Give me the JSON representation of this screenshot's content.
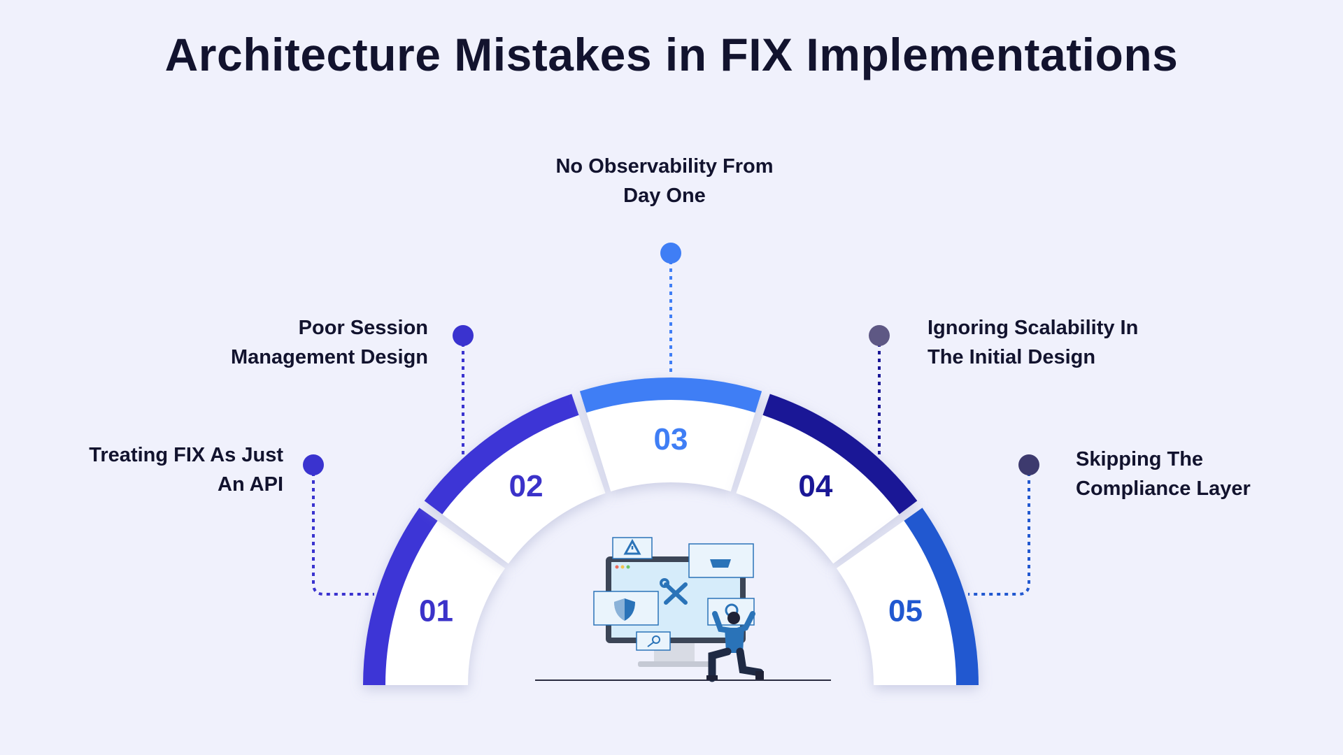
{
  "title": "Architecture Mistakes in FIX Implementations",
  "steps": [
    {
      "number": "01",
      "label": "Treating FIX As Just\nAn API",
      "color": "#3d35d6",
      "dot_color": "#3a33cf",
      "number_color": "#3b32c9"
    },
    {
      "number": "02",
      "label": "Poor Session\nManagement Design",
      "color": "#3d35d6",
      "dot_color": "#3a33cf",
      "number_color": "#3b32c9"
    },
    {
      "number": "03",
      "label": "No Observability From\nDay One",
      "color": "#3f7ef5",
      "dot_color": "#3f7ef5",
      "number_color": "#3f7ef5"
    },
    {
      "number": "04",
      "label": "Ignoring Scalability In\nThe Initial Design",
      "color": "#1a1796",
      "dot_color": "#5e5884",
      "number_color": "#1a1796"
    },
    {
      "number": "05",
      "label": "Skipping The\nCompliance Layer",
      "color": "#2158d0",
      "dot_color": "#3d3a6e",
      "number_color": "#2158d0"
    }
  ],
  "icons": [
    "warning-icon",
    "tools-icon",
    "shield-icon",
    "search-icon",
    "monitor-icon",
    "person-figure"
  ]
}
